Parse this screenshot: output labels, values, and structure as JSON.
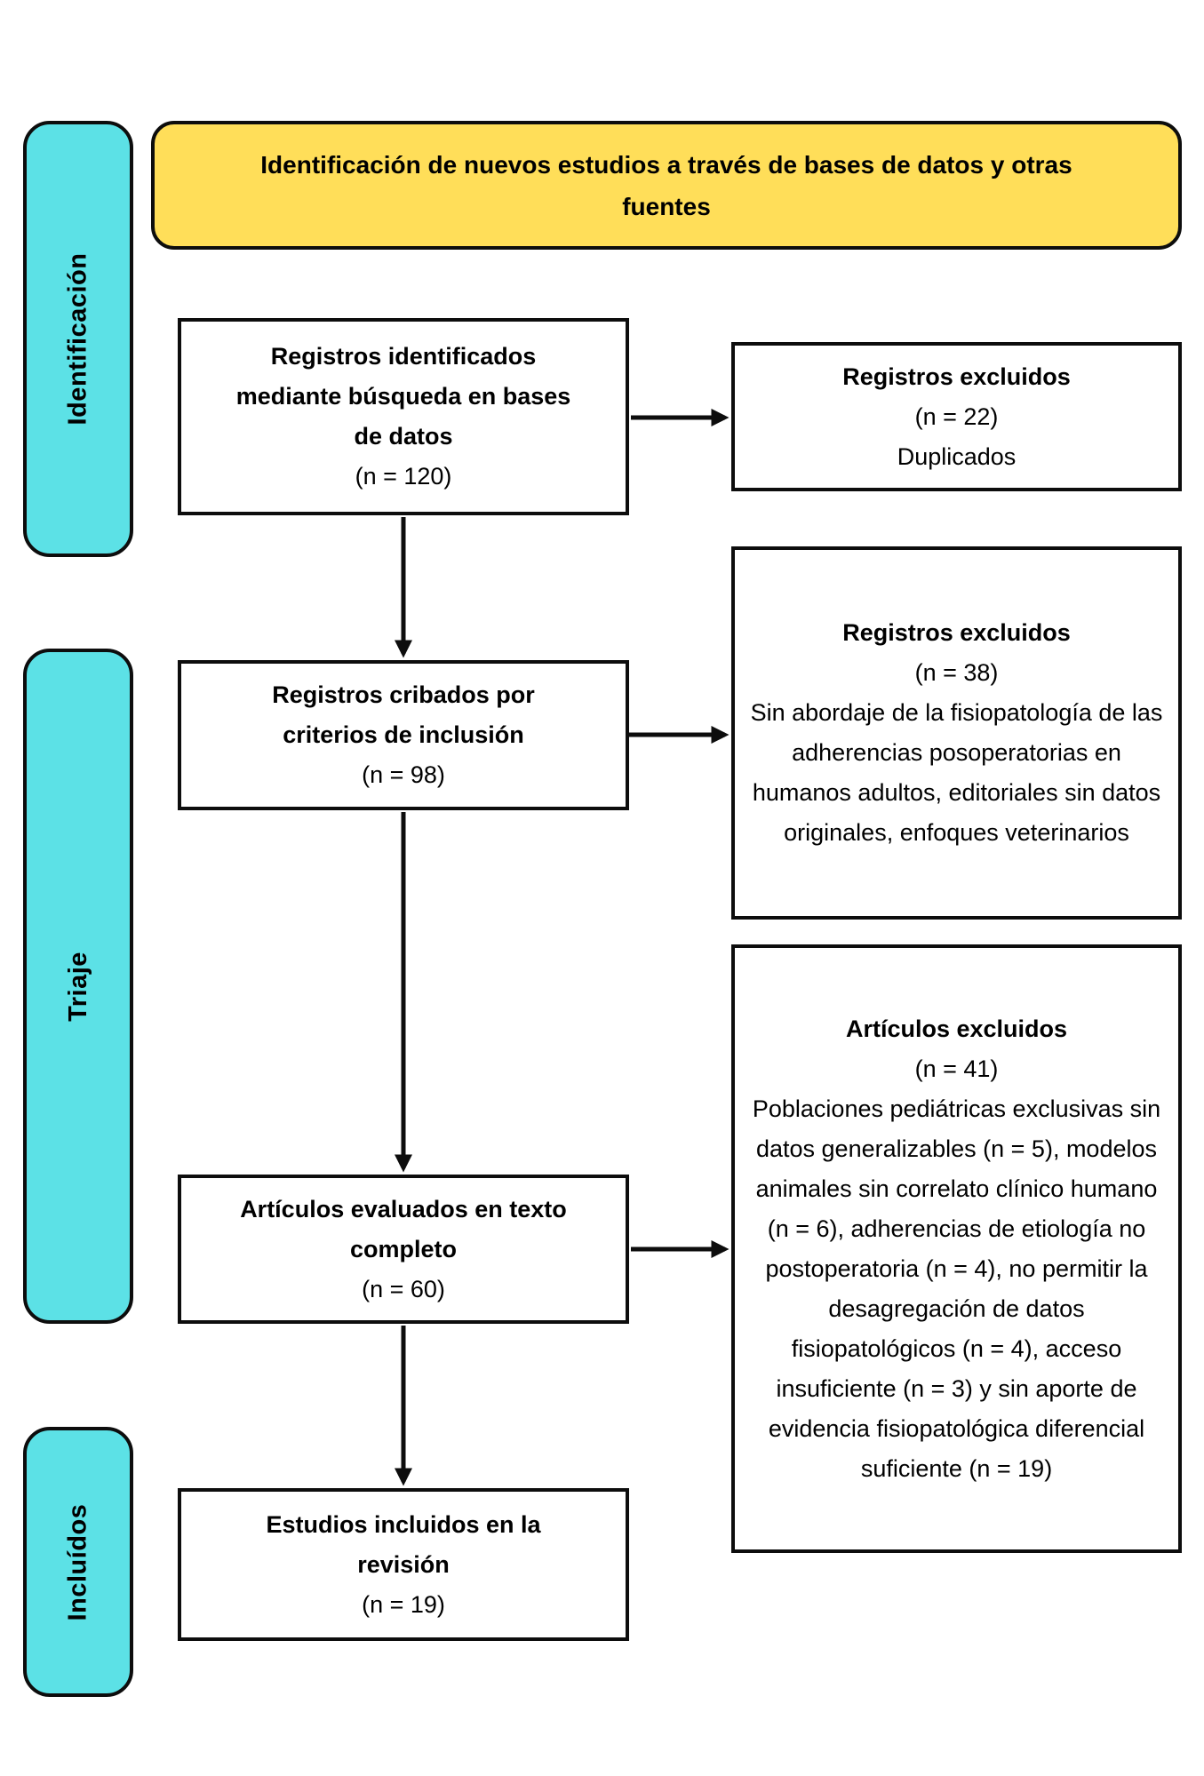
{
  "diagram": {
    "kind": "prisma-flow",
    "colors": {
      "stage_bar_fill": "#5CE1E6",
      "title_fill": "#FFDE59",
      "border": "#0d0d0d",
      "box_fill": "#ffffff"
    },
    "title": "Identificación de nuevos estudios a través de bases de datos y otras fuentes",
    "stages": [
      {
        "label": "Identificación"
      },
      {
        "label": "Triaje"
      },
      {
        "label": "Incluídos"
      }
    ],
    "flow_boxes": [
      {
        "heading": "Registros identificados mediante búsqueda en bases de datos",
        "count": "(n = 120)"
      },
      {
        "heading": "Registros cribados por criterios de inclusión",
        "count": "(n = 98)"
      },
      {
        "heading": "Artículos evaluados en texto completo",
        "count": "(n = 60)"
      },
      {
        "heading": "Estudios incluidos en la revisión",
        "count": "(n = 19)"
      }
    ],
    "exclusion_boxes": [
      {
        "heading": "Registros excluidos",
        "count": "(n = 22)",
        "reason": "Duplicados"
      },
      {
        "heading": "Registros excluidos",
        "count": "(n = 38)",
        "reason": "Sin abordaje de la fisiopatología de las adherencias posoperatorias en humanos adultos, editoriales sin datos originales, enfoques veterinarios"
      },
      {
        "heading": "Artículos excluidos",
        "count": "(n = 41)",
        "reason": "Poblaciones pediátricas exclusivas sin datos generalizables (n = 5), modelos animales sin correlato clínico humano (n = 6), adherencias de etiología no postoperatoria (n = 4), no permitir la desagregación de datos fisiopatológicos (n = 4), acceso insuficiente (n = 3) y sin aporte de evidencia fisiopatológica diferencial suficiente (n = 19)"
      }
    ]
  }
}
